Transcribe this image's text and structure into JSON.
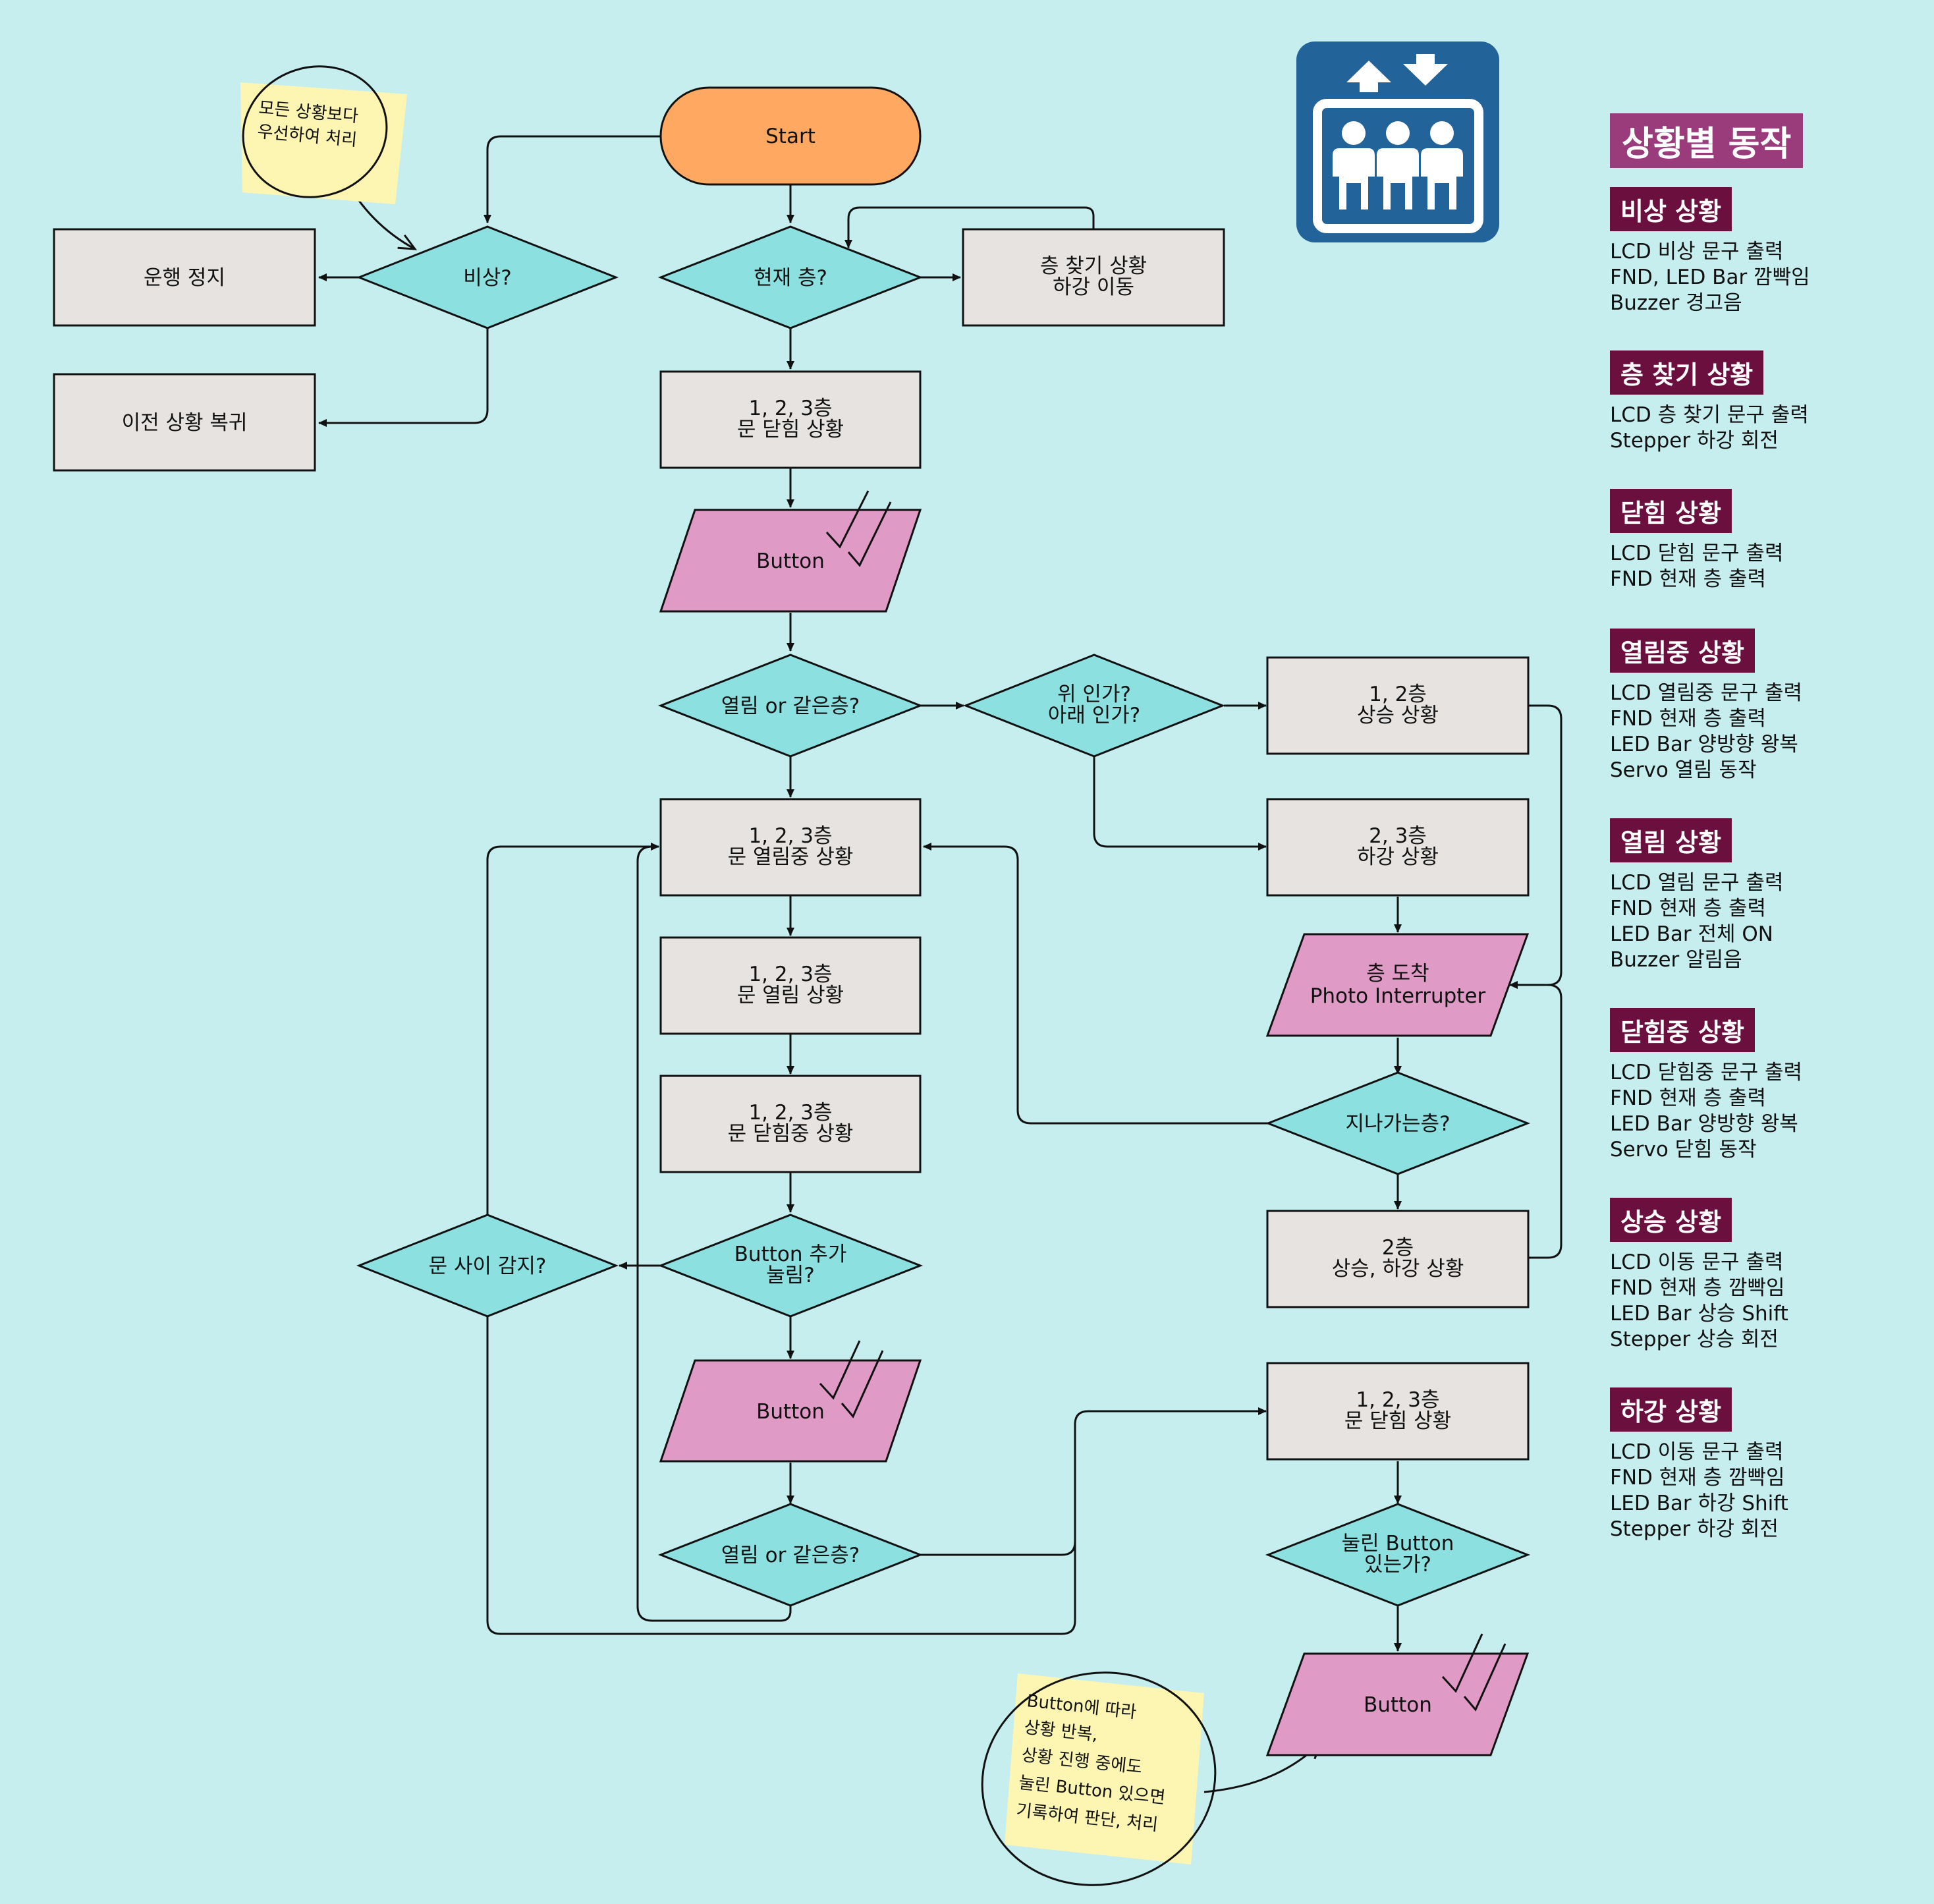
{
  "nodes": {
    "start": "Start",
    "emergency_q": "비상?",
    "stop": "운행 정지",
    "restore": "이전 상황 복귀",
    "current_floor_q": "현재 층?",
    "find_floor": [
      "층 찾기 상황",
      "하강 이동"
    ],
    "closed_state_1": [
      "1, 2, 3층",
      "문 닫힘 상황"
    ],
    "button_1": "Button",
    "open_same_q_1": "열림 or 같은층?",
    "up_down_q": [
      "위 인가?",
      "아래 인가?"
    ],
    "rising_12": [
      "1, 2층",
      "상승 상황"
    ],
    "falling_23": [
      "2, 3층",
      "하강 상황"
    ],
    "opening_state": [
      "1, 2, 3층",
      "문 열림중 상황"
    ],
    "open_state": [
      "1, 2, 3층",
      "문 열림 상황"
    ],
    "closing_state": [
      "1, 2, 3층",
      "문 닫힘중 상황"
    ],
    "floor_arrival": [
      "층 도착",
      "Photo Interrupter"
    ],
    "passing_floor_q": "지나가는층?",
    "floor2_updown": [
      "2층",
      "상승, 하강 상황"
    ],
    "extra_button_q": [
      "Button 추가",
      "눌림?"
    ],
    "door_detect_q": "문 사이 감지?",
    "button_2": "Button",
    "open_same_q_2": "열림 or 같은층?",
    "closed_state_2": [
      "1, 2, 3층",
      "문 닫힘 상황"
    ],
    "pressed_button_q": [
      "눌린 Button",
      "있는가?"
    ],
    "button_3": "Button"
  },
  "notes": {
    "priority_note": [
      "모든 상황보다",
      "우선하여 처리"
    ],
    "repeat_note": [
      "Button에 따라",
      "상황 반복,",
      "상황 진행 중에도",
      "눌린 Button 있으면",
      "기록하여 판단, 처리"
    ]
  },
  "icons": {
    "elevator": "elevator-icon",
    "checkmark": "checkmark-icon"
  },
  "legend": {
    "title": "상황별 동작",
    "sections": [
      {
        "heading": "비상 상황",
        "lines": [
          "LCD 비상 문구 출력",
          "FND, LED Bar 깜빡임",
          "Buzzer 경고음"
        ]
      },
      {
        "heading": "층 찾기 상황",
        "lines": [
          "LCD 층 찾기 문구 출력",
          "Stepper 하강 회전"
        ]
      },
      {
        "heading": "닫힘 상황",
        "lines": [
          "LCD 닫힘 문구 출력",
          "FND 현재 층 출력"
        ]
      },
      {
        "heading": "열림중 상황",
        "lines": [
          "LCD 열림중 문구 출력",
          "FND 현재 층 출력",
          "LED Bar 양방향 왕복",
          "Servo 열림 동작"
        ]
      },
      {
        "heading": "열림 상황",
        "lines": [
          "LCD 열림 문구 출력",
          "FND 현재 층 출력",
          "LED Bar 전체 ON",
          "Buzzer 알림음"
        ]
      },
      {
        "heading": "닫힘중 상황",
        "lines": [
          "LCD 닫힘중 문구 출력",
          "FND 현재 층 출력",
          "LED Bar 양방향 왕복",
          "Servo 닫힘 동작"
        ]
      },
      {
        "heading": "상승 상황",
        "lines": [
          "LCD 이동 문구 출력",
          "FND 현재 층 깜빡임",
          "LED Bar 상승 Shift",
          "Stepper 상승 회전"
        ]
      },
      {
        "heading": "하강 상황",
        "lines": [
          "LCD 이동 문구 출력",
          "FND 현재 층 깜빡임",
          "LED Bar 하강 Shift",
          "Stepper 하강 회전"
        ]
      }
    ]
  },
  "colors": {
    "background": "#c6eeee",
    "terminal": "#ffa862",
    "decision": "#8de0e0",
    "process": "#e7e3e0",
    "io": "#e09ac6",
    "note": "#fdf6b2",
    "icon_bg": "#22639a",
    "legend_title_bg": "#9a3b7c",
    "legend_head_bg": "#6b0f3e"
  }
}
